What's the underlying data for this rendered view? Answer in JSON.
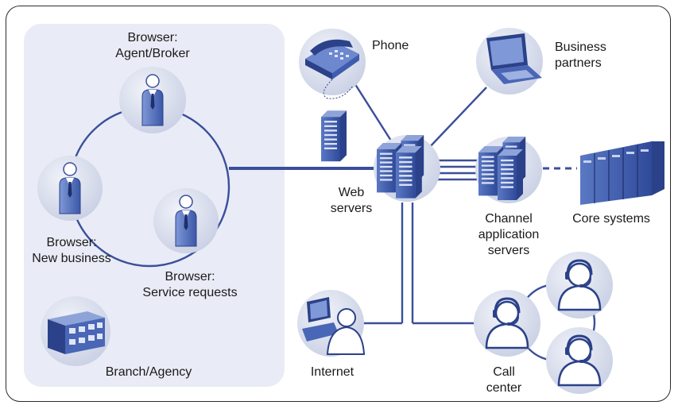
{
  "labels": {
    "agent_broker": [
      "Browser:",
      "Agent/Broker"
    ],
    "new_business": [
      "Browser:",
      "New business"
    ],
    "service_requests": [
      "Browser:",
      "Service requests"
    ],
    "branch_agency": "Branch/Agency",
    "phone": "Phone",
    "business_partners": [
      "Business",
      "partners"
    ],
    "web_servers": [
      "Web",
      "servers"
    ],
    "channel_servers": [
      "Channel",
      "application",
      "servers"
    ],
    "core_systems": "Core systems",
    "internet": "Internet",
    "call_center": [
      "Call",
      "center"
    ]
  },
  "colors": {
    "line": "#3a4f9a",
    "panel": "#e9ecf6",
    "icon_bg": "#d7ddec",
    "server": "#3f5cae",
    "server_dark": "#2b4189"
  },
  "icons": [
    "person-icon",
    "building-icon",
    "phone-icon",
    "laptop-icon",
    "server-icon",
    "mainframe-icon",
    "computer-user-icon",
    "headset-agent-icon"
  ]
}
